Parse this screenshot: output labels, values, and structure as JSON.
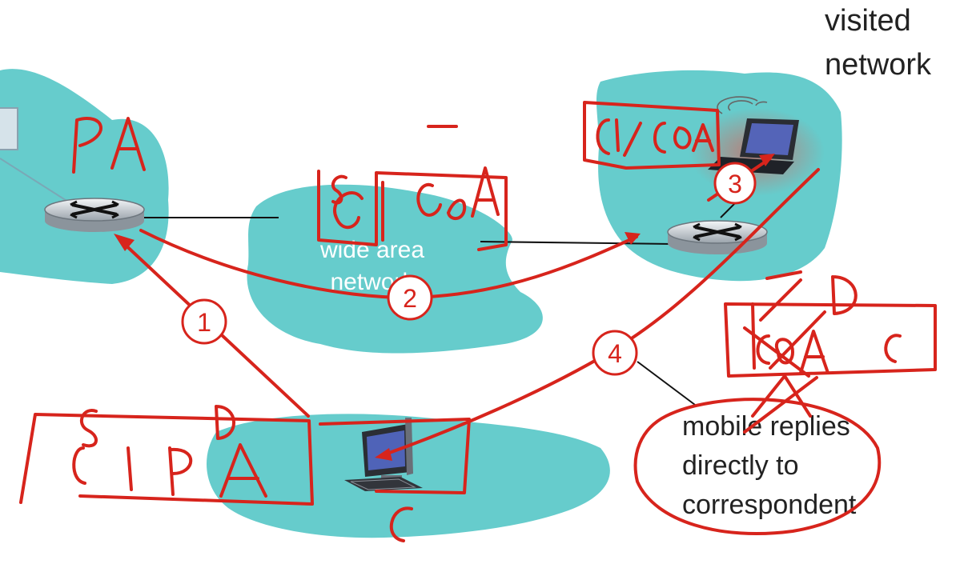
{
  "labels": {
    "visited_network_line1": "visited",
    "visited_network_line2": "network",
    "wan_line1": "wide area",
    "wan_line2": "network",
    "callout_line1": "mobile replies",
    "callout_line2": "directly to",
    "callout_line3": "correspondent"
  },
  "steps": [
    {
      "number": "1"
    },
    {
      "number": "2"
    },
    {
      "number": "3"
    },
    {
      "number": "4"
    }
  ],
  "colors": {
    "network_cloud": "#66cccc",
    "annotation_red": "#d7241c",
    "link_black": "#111111"
  },
  "icons": [
    "router-icon",
    "laptop-icon",
    "desktop-computer-icon",
    "wireless-signal-icon"
  ]
}
